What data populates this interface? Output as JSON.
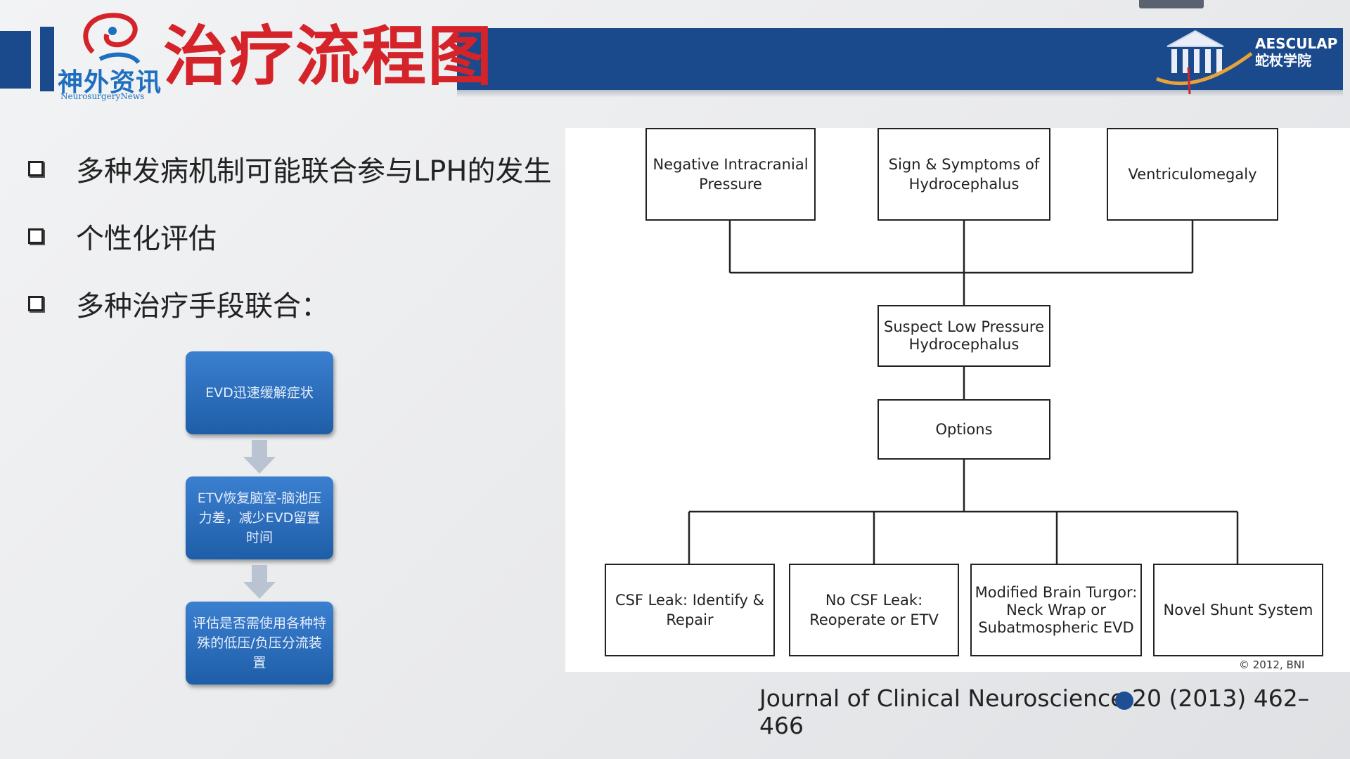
{
  "header": {
    "title": "治疗流程图",
    "logo_left_main": "神外资讯",
    "logo_left_sub": "NeurosurgeryNews",
    "logo_right_line1": "AESCULAP",
    "logo_right_line2": "蛇杖学院",
    "band_color": "#1b4a8c",
    "title_color": "#d5232a"
  },
  "bullets": [
    {
      "text": "多种发病机制可能联合参与LPH的发生"
    },
    {
      "text": "个性化评估"
    },
    {
      "text": "多种治疗手段联合："
    }
  ],
  "blue_flow": {
    "steps": [
      "EVD迅速缓解症状",
      "ETV恢复脑室-脑池压力差，减少EVD留置时间",
      "评估是否需使用各种特殊的低压/负压分流装置"
    ],
    "box_color": "#2a6cbf"
  },
  "diagram": {
    "top": [
      "Negative Intracranial Pressure",
      "Sign & Symptoms of Hydrocephalus",
      "Ventriculomegaly"
    ],
    "middle": "Suspect Low Pressure Hydrocephalus",
    "options": "Options",
    "bottom": [
      "CSF Leak: Identify & Repair",
      "No CSF Leak: Reoperate or ETV",
      "Modified Brain Turgor: Neck Wrap or Subatmospheric EVD",
      "Novel Shunt System"
    ],
    "copyright": "© 2012, BNI"
  },
  "citation": "Journal of Clinical Neuroscience 20 (2013) 462–466"
}
